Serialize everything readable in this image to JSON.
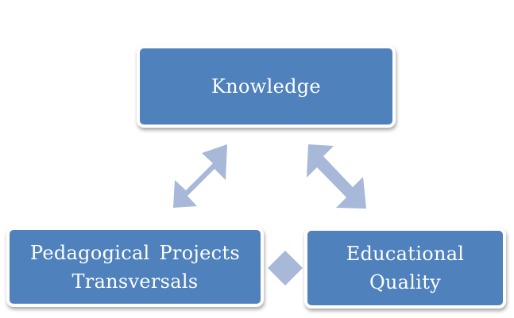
{
  "diagram": {
    "nodes": {
      "top": {
        "lines": [
          "Knowledge"
        ]
      },
      "left": {
        "lines": [
          "Pedagogical Projects",
          "Transversals"
        ]
      },
      "right": {
        "lines": [
          "Educational",
          "Quality"
        ]
      }
    },
    "colors": {
      "node_fill": "#4f81bd",
      "node_border": "#ffffff",
      "node_text": "#ffffff",
      "connector_fill": "#a7b8d8",
      "background": "#ffffff"
    }
  }
}
